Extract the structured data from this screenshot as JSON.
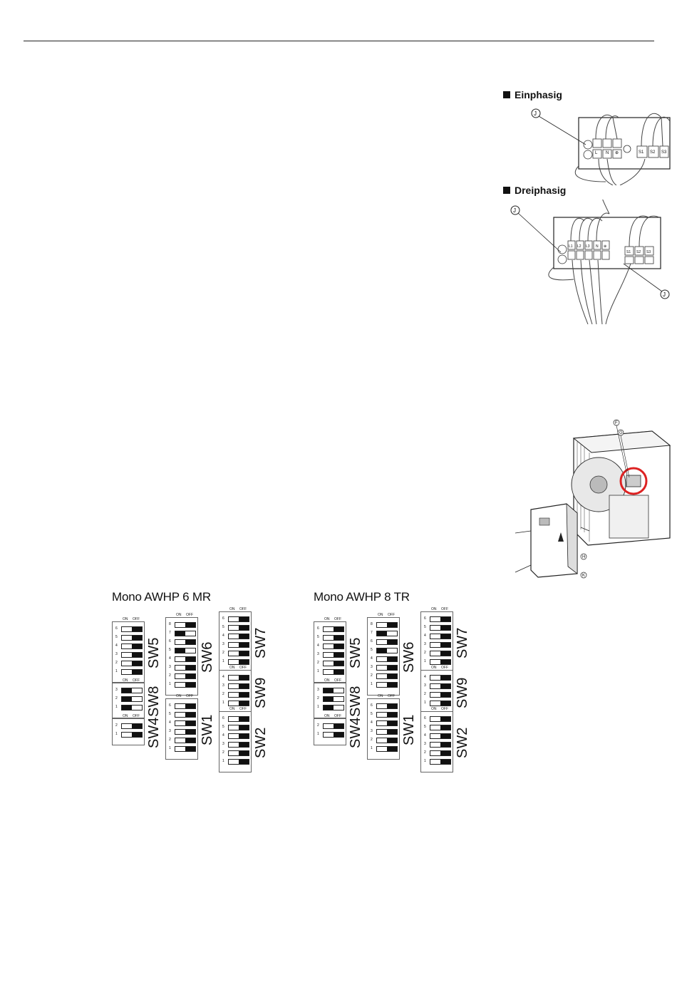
{
  "wiring": {
    "single_phase_title": "Einphasig",
    "three_phase_title": "Dreiphasig",
    "callout_letter": "J",
    "single_terminals_top": [
      "L",
      "N",
      "⊕",
      "S1",
      "S2",
      "S3"
    ],
    "three_terminals": [
      "L1",
      "L2",
      "L3",
      "N",
      "⊕",
      "S1",
      "S2",
      "S3"
    ]
  },
  "unit_callouts": [
    "F",
    "G",
    "H",
    "K"
  ],
  "dip_panels": [
    {
      "title": "Mono AWHP 6 MR",
      "on_label": "ON",
      "off_label": "OFF",
      "switches": [
        {
          "name": "SW5",
          "positions": [
            1,
            1,
            1,
            1,
            1,
            1
          ]
        },
        {
          "name": "SW8",
          "positions": [
            0,
            0,
            0
          ]
        },
        {
          "name": "SW4",
          "positions": [
            1,
            1
          ]
        },
        {
          "name": "SW6",
          "positions": [
            1,
            0,
            1,
            0,
            1,
            1,
            1,
            1
          ]
        },
        {
          "name": "SW1",
          "positions": [
            1,
            1,
            1,
            1,
            1,
            1
          ]
        },
        {
          "name": "SW7",
          "positions": [
            1,
            1,
            1,
            1,
            1,
            1
          ]
        },
        {
          "name": "SW9",
          "positions": [
            1,
            1,
            1,
            1
          ]
        },
        {
          "name": "SW2",
          "positions": [
            1,
            1,
            1,
            1,
            1,
            1
          ]
        }
      ]
    },
    {
      "title": "Mono AWHP 8 TR",
      "on_label": "ON",
      "off_label": "OFF",
      "switches": [
        {
          "name": "SW5",
          "positions": [
            1,
            1,
            1,
            1,
            1,
            1
          ]
        },
        {
          "name": "SW8",
          "positions": [
            0,
            0,
            0
          ]
        },
        {
          "name": "SW4",
          "positions": [
            1,
            1
          ]
        },
        {
          "name": "SW6",
          "positions": [
            1,
            0,
            1,
            0,
            1,
            1,
            1,
            1
          ]
        },
        {
          "name": "SW1",
          "positions": [
            1,
            1,
            1,
            1,
            1,
            1
          ]
        },
        {
          "name": "SW7",
          "positions": [
            1,
            1,
            1,
            1,
            1,
            1
          ]
        },
        {
          "name": "SW9",
          "positions": [
            1,
            1,
            1,
            1
          ]
        },
        {
          "name": "SW2",
          "positions": [
            1,
            1,
            1,
            1,
            1,
            1
          ]
        }
      ]
    }
  ]
}
